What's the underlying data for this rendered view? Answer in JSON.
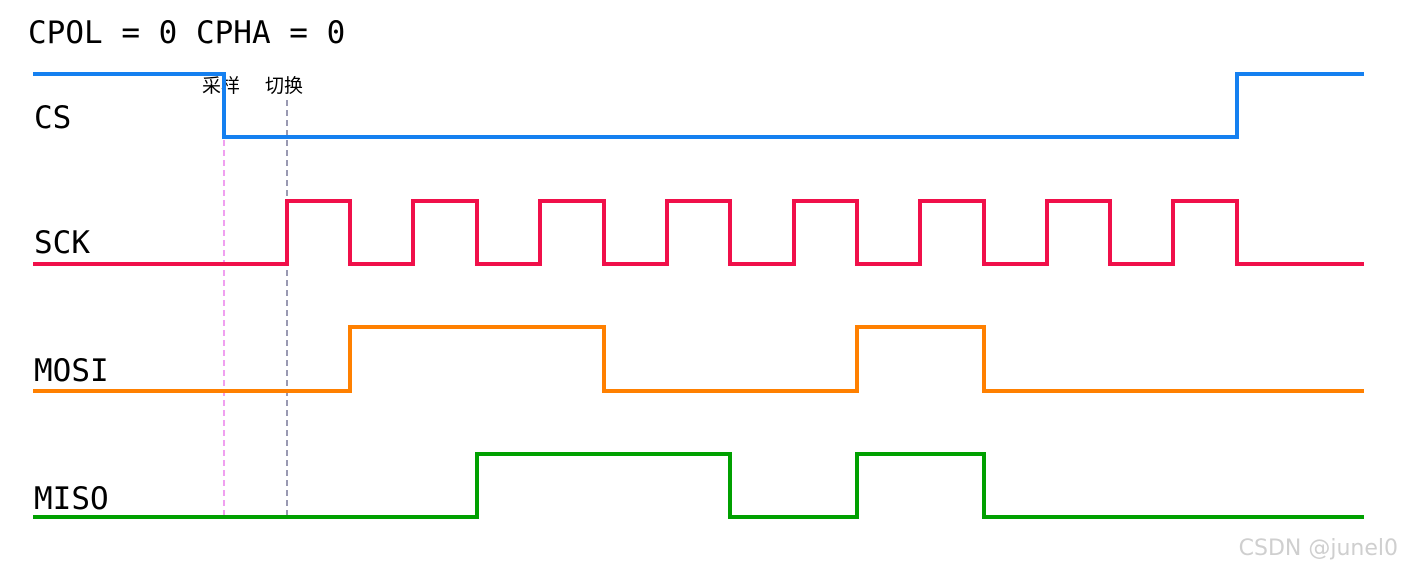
{
  "title": "CPOL = 0 CPHA = 0",
  "markers": [
    {
      "label": "采样",
      "color": "#e040e0"
    },
    {
      "label": "切换",
      "color": "#333366"
    }
  ],
  "signals": [
    {
      "name": "CS",
      "color": "#1580f0",
      "levels": [
        1,
        1,
        0,
        0,
        0,
        0,
        0,
        0,
        0,
        0,
        0,
        0,
        0,
        0,
        0,
        0,
        0,
        0,
        1,
        1,
        1
      ]
    },
    {
      "name": "SCK",
      "color": "#f0104a",
      "levels": [
        0,
        0,
        0,
        1,
        0,
        1,
        0,
        1,
        0,
        1,
        0,
        1,
        0,
        1,
        0,
        1,
        0,
        1,
        0,
        0,
        0
      ]
    },
    {
      "name": "MOSI",
      "color": "#ff8000",
      "levels": [
        0,
        0,
        0,
        0,
        1,
        1,
        1,
        1,
        0,
        0,
        0,
        0,
        1,
        1,
        0,
        0,
        0,
        0,
        0,
        0,
        0
      ]
    },
    {
      "name": "MISO",
      "color": "#00a000",
      "levels": [
        0,
        0,
        0,
        0,
        0,
        0,
        1,
        1,
        1,
        1,
        0,
        0,
        1,
        1,
        0,
        0,
        0,
        0,
        0,
        0,
        0
      ]
    }
  ],
  "watermark": "CSDN @junel0"
}
